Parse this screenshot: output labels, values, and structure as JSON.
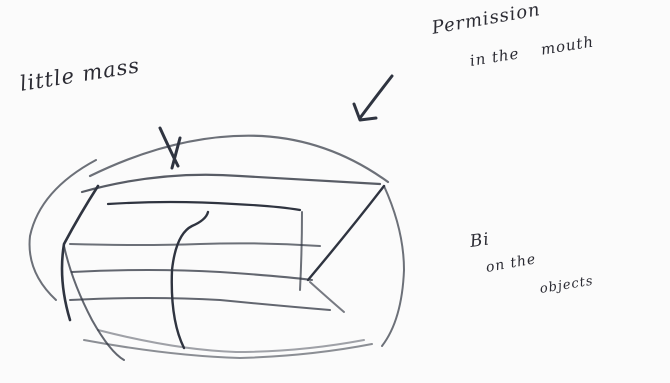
{
  "notes": {
    "top_left": "little mass",
    "top_right_line1": "Permission",
    "top_right_line2_a": "in the",
    "top_right_line2_b": "mouth",
    "bottom_right_line1": "Bi",
    "bottom_right_line2": "on the",
    "bottom_right_line3": "objects"
  },
  "colors": {
    "ink": "#2b2b33",
    "paper": "#fbfbfb"
  }
}
